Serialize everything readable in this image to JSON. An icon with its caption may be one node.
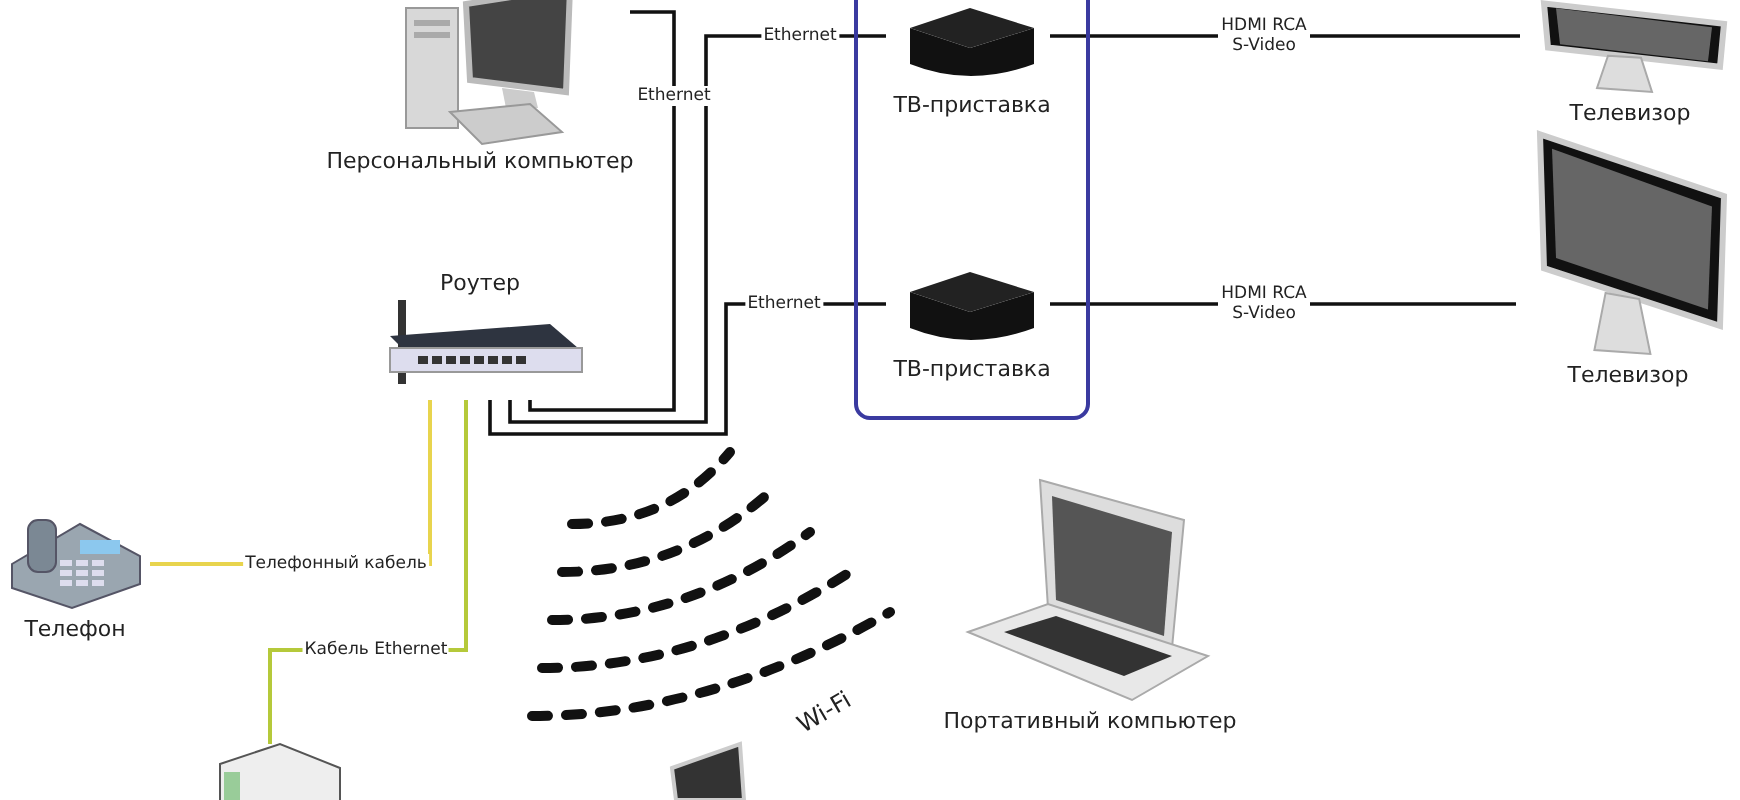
{
  "diagram": {
    "nodes": [
      {
        "text": [
          "Персональный компьютер"
        ]
      },
      {
        "text": [
          "Роутер"
        ]
      },
      {
        "text": [],
        "shape": "box"
      },
      {
        "text": [
          "ТВ-приставка"
        ],
        "in": 2
      },
      {
        "text": [
          "ТВ-приставка"
        ],
        "in": 2
      },
      {
        "text": [
          "Телевизор"
        ]
      },
      {
        "text": [
          "Телевизор"
        ]
      },
      {
        "text": [
          "Телефон"
        ]
      },
      {
        "text": [],
        "shape": "picture"
      },
      {
        "text": [
          "Портативный компьютер"
        ]
      }
    ],
    "edges": [
      {
        "from": 1,
        "to": 0,
        "arrow": "none",
        "label": "Ethernet"
      },
      {
        "from": 1,
        "to": 3,
        "arrow": "none",
        "label": "Ethernet"
      },
      {
        "from": 1,
        "to": 4,
        "arrow": "none",
        "label": "Ethernet"
      },
      {
        "from": 3,
        "to": 5,
        "arrow": "none",
        "label": "HDMI RCA S-Video"
      },
      {
        "from": 4,
        "to": 6,
        "arrow": "none",
        "label": "HDMI RCA S-Video"
      },
      {
        "from": 7,
        "to": 1,
        "arrow": "none",
        "label": "Телефонный кабель",
        "color": "#e8d44d"
      },
      {
        "from": 8,
        "to": 1,
        "arrow": "none",
        "label": "Кабель Ethernet",
        "color": "#b5c93a"
      }
    ],
    "labels": [
      "Wi-Fi"
    ]
  }
}
